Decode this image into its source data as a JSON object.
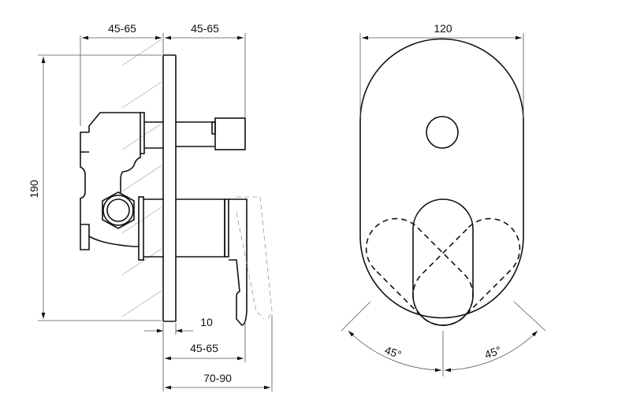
{
  "side_view": {
    "dim_top_left": "45-65",
    "dim_top_right": "45-65",
    "dim_height": "190",
    "dim_plate_offset": "10",
    "dim_lever_depth": "45-65",
    "dim_total_depth": "70-90"
  },
  "front_view": {
    "dim_width": "120",
    "angle_left": "45°",
    "angle_right": "45°"
  }
}
